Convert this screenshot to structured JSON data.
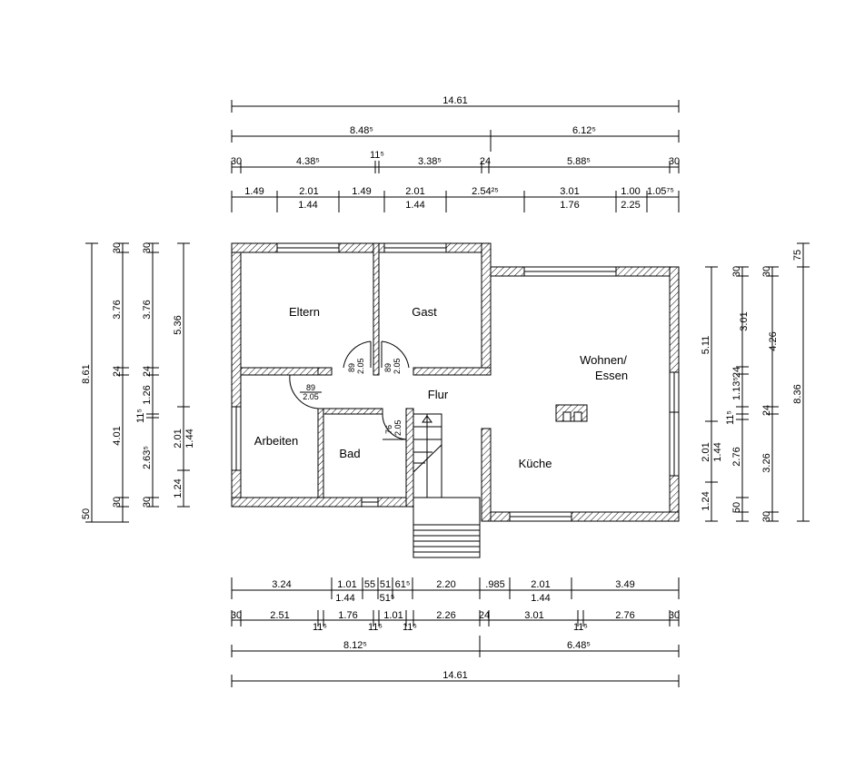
{
  "rooms": {
    "eltern": "Eltern",
    "gast": "Gast",
    "wohnen1": "Wohnen/",
    "wohnen2": "Essen",
    "flur": "Flur",
    "arbeiten": "Arbeiten",
    "bad": "Bad",
    "kueche": "Küche"
  },
  "doors": {
    "eltern_w": "89",
    "eltern_h": "2.05",
    "gast_w": "89",
    "gast_h": "2.05",
    "arbeiten_w": "89",
    "arbeiten_h": "2.05",
    "bad_w": "76",
    "bad_h": "2.05"
  },
  "top_dims": {
    "total": "14.61",
    "row2": [
      "8.48⁵",
      "6.12⁵"
    ],
    "row3": [
      "30",
      "4.38⁵",
      "11⁵",
      "3.38⁵",
      "24",
      "5.88⁵",
      "30"
    ],
    "row4_upper": [
      "1.49",
      "2.01",
      "1.49",
      "2.01",
      "2.54²⁵",
      "3.01",
      "1.00",
      "1.05⁷⁵"
    ],
    "row4_lower": [
      "1.44",
      "1.44",
      "1.76",
      "2.25"
    ]
  },
  "bottom_dims": {
    "row1_upper": [
      "3.24",
      "1.01",
      "55",
      "51",
      "61⁵",
      "2.20",
      ".985",
      "2.01",
      "3.49"
    ],
    "row1_lower": [
      "1.44",
      "51⁵",
      "1.44"
    ],
    "row2": [
      "30",
      "2.51",
      "11⁵",
      "1.76",
      "11⁵",
      "1.01",
      "11⁵",
      "2.26",
      "24",
      "3.01",
      "11⁵",
      "2.76",
      "30"
    ],
    "row3": [
      "8.12⁵",
      "6.48⁵"
    ],
    "total": "14.61"
  },
  "left_dims": {
    "total": "8.61",
    "col2": [
      "30",
      "3.76",
      "24",
      "4.01",
      "30",
      "50"
    ],
    "col3": [
      "30",
      "3.76",
      "24",
      "1.26",
      "11⁵",
      "2.63⁵",
      "30"
    ],
    "col4": [
      "5.36",
      "2.01",
      "1.44",
      "1.24"
    ]
  },
  "right_dims": {
    "col1": [
      "5.11",
      "2.01",
      "1.44",
      "1.24"
    ],
    "col2": [
      "30",
      "1.13⁵",
      "11⁵",
      "2.76",
      "50",
      "24"
    ],
    "col3": [
      "30",
      "3.01",
      "24",
      "3.26",
      "30"
    ],
    "col4": [
      "4.26"
    ],
    "total": "8.36",
    "top": "75"
  }
}
